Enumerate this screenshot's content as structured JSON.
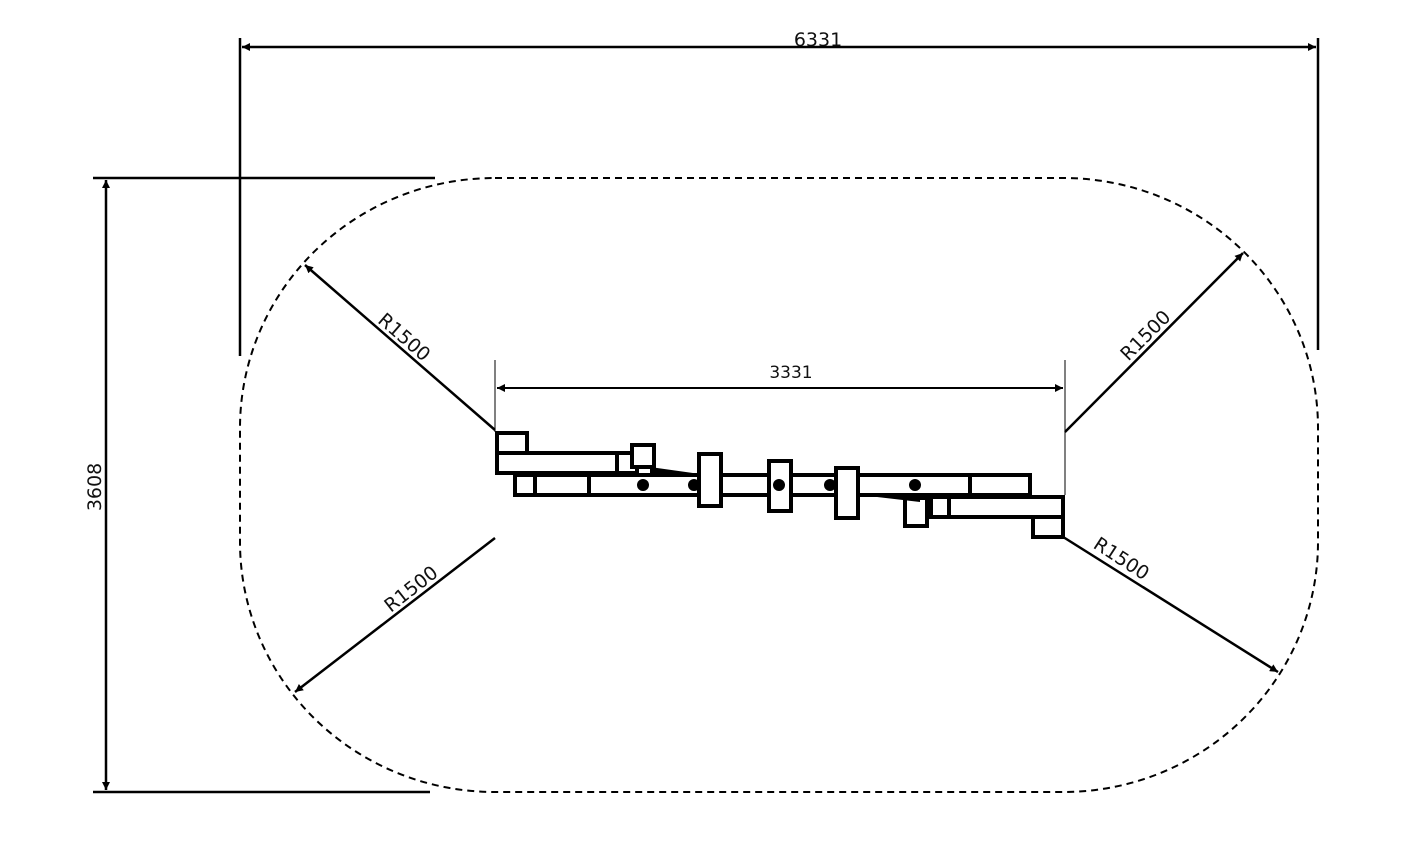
{
  "drawing": {
    "overall_width": "6331",
    "overall_height": "3608",
    "equipment_length": "3331",
    "radii": [
      "R1500",
      "R1500",
      "R1500",
      "R1500"
    ],
    "colors": {
      "line": "#000000",
      "background": "#ffffff"
    }
  }
}
